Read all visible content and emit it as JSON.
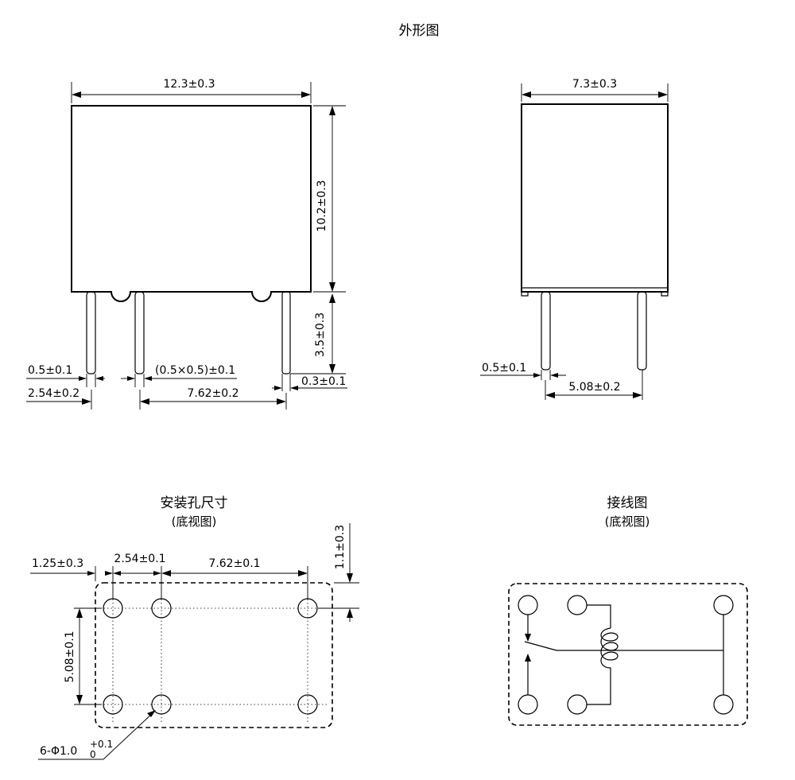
{
  "titles": {
    "outline": "外形图",
    "mounting": "安装孔尺寸",
    "mounting_sub": "(底视图)",
    "wiring": "接线图",
    "wiring_sub": "(底视图)"
  },
  "front_view": {
    "width": "12.3±0.3",
    "height": "10.2±0.3",
    "pin_length": "3.5±0.3",
    "pin_width": "0.5±0.1",
    "pin_section": "(0.5×0.5)±0.1",
    "pin_offset": "0.3±0.1",
    "pitch_a": "2.54±0.2",
    "pitch_b": "7.62±0.2"
  },
  "side_view": {
    "width": "7.3±0.3",
    "pin_width": "0.5±0.1",
    "pin_pitch": "5.08±0.2"
  },
  "mounting": {
    "edge_offset": "1.25±0.3",
    "pitch_a": "2.54±0.1",
    "pitch_b": "7.62±0.1",
    "row_offset": "1.1±0.3",
    "row_pitch": "5.08±0.1",
    "hole_spec_prefix": "6-Φ1.0",
    "hole_tol_upper": "+0.1",
    "hole_tol_lower": "0"
  }
}
